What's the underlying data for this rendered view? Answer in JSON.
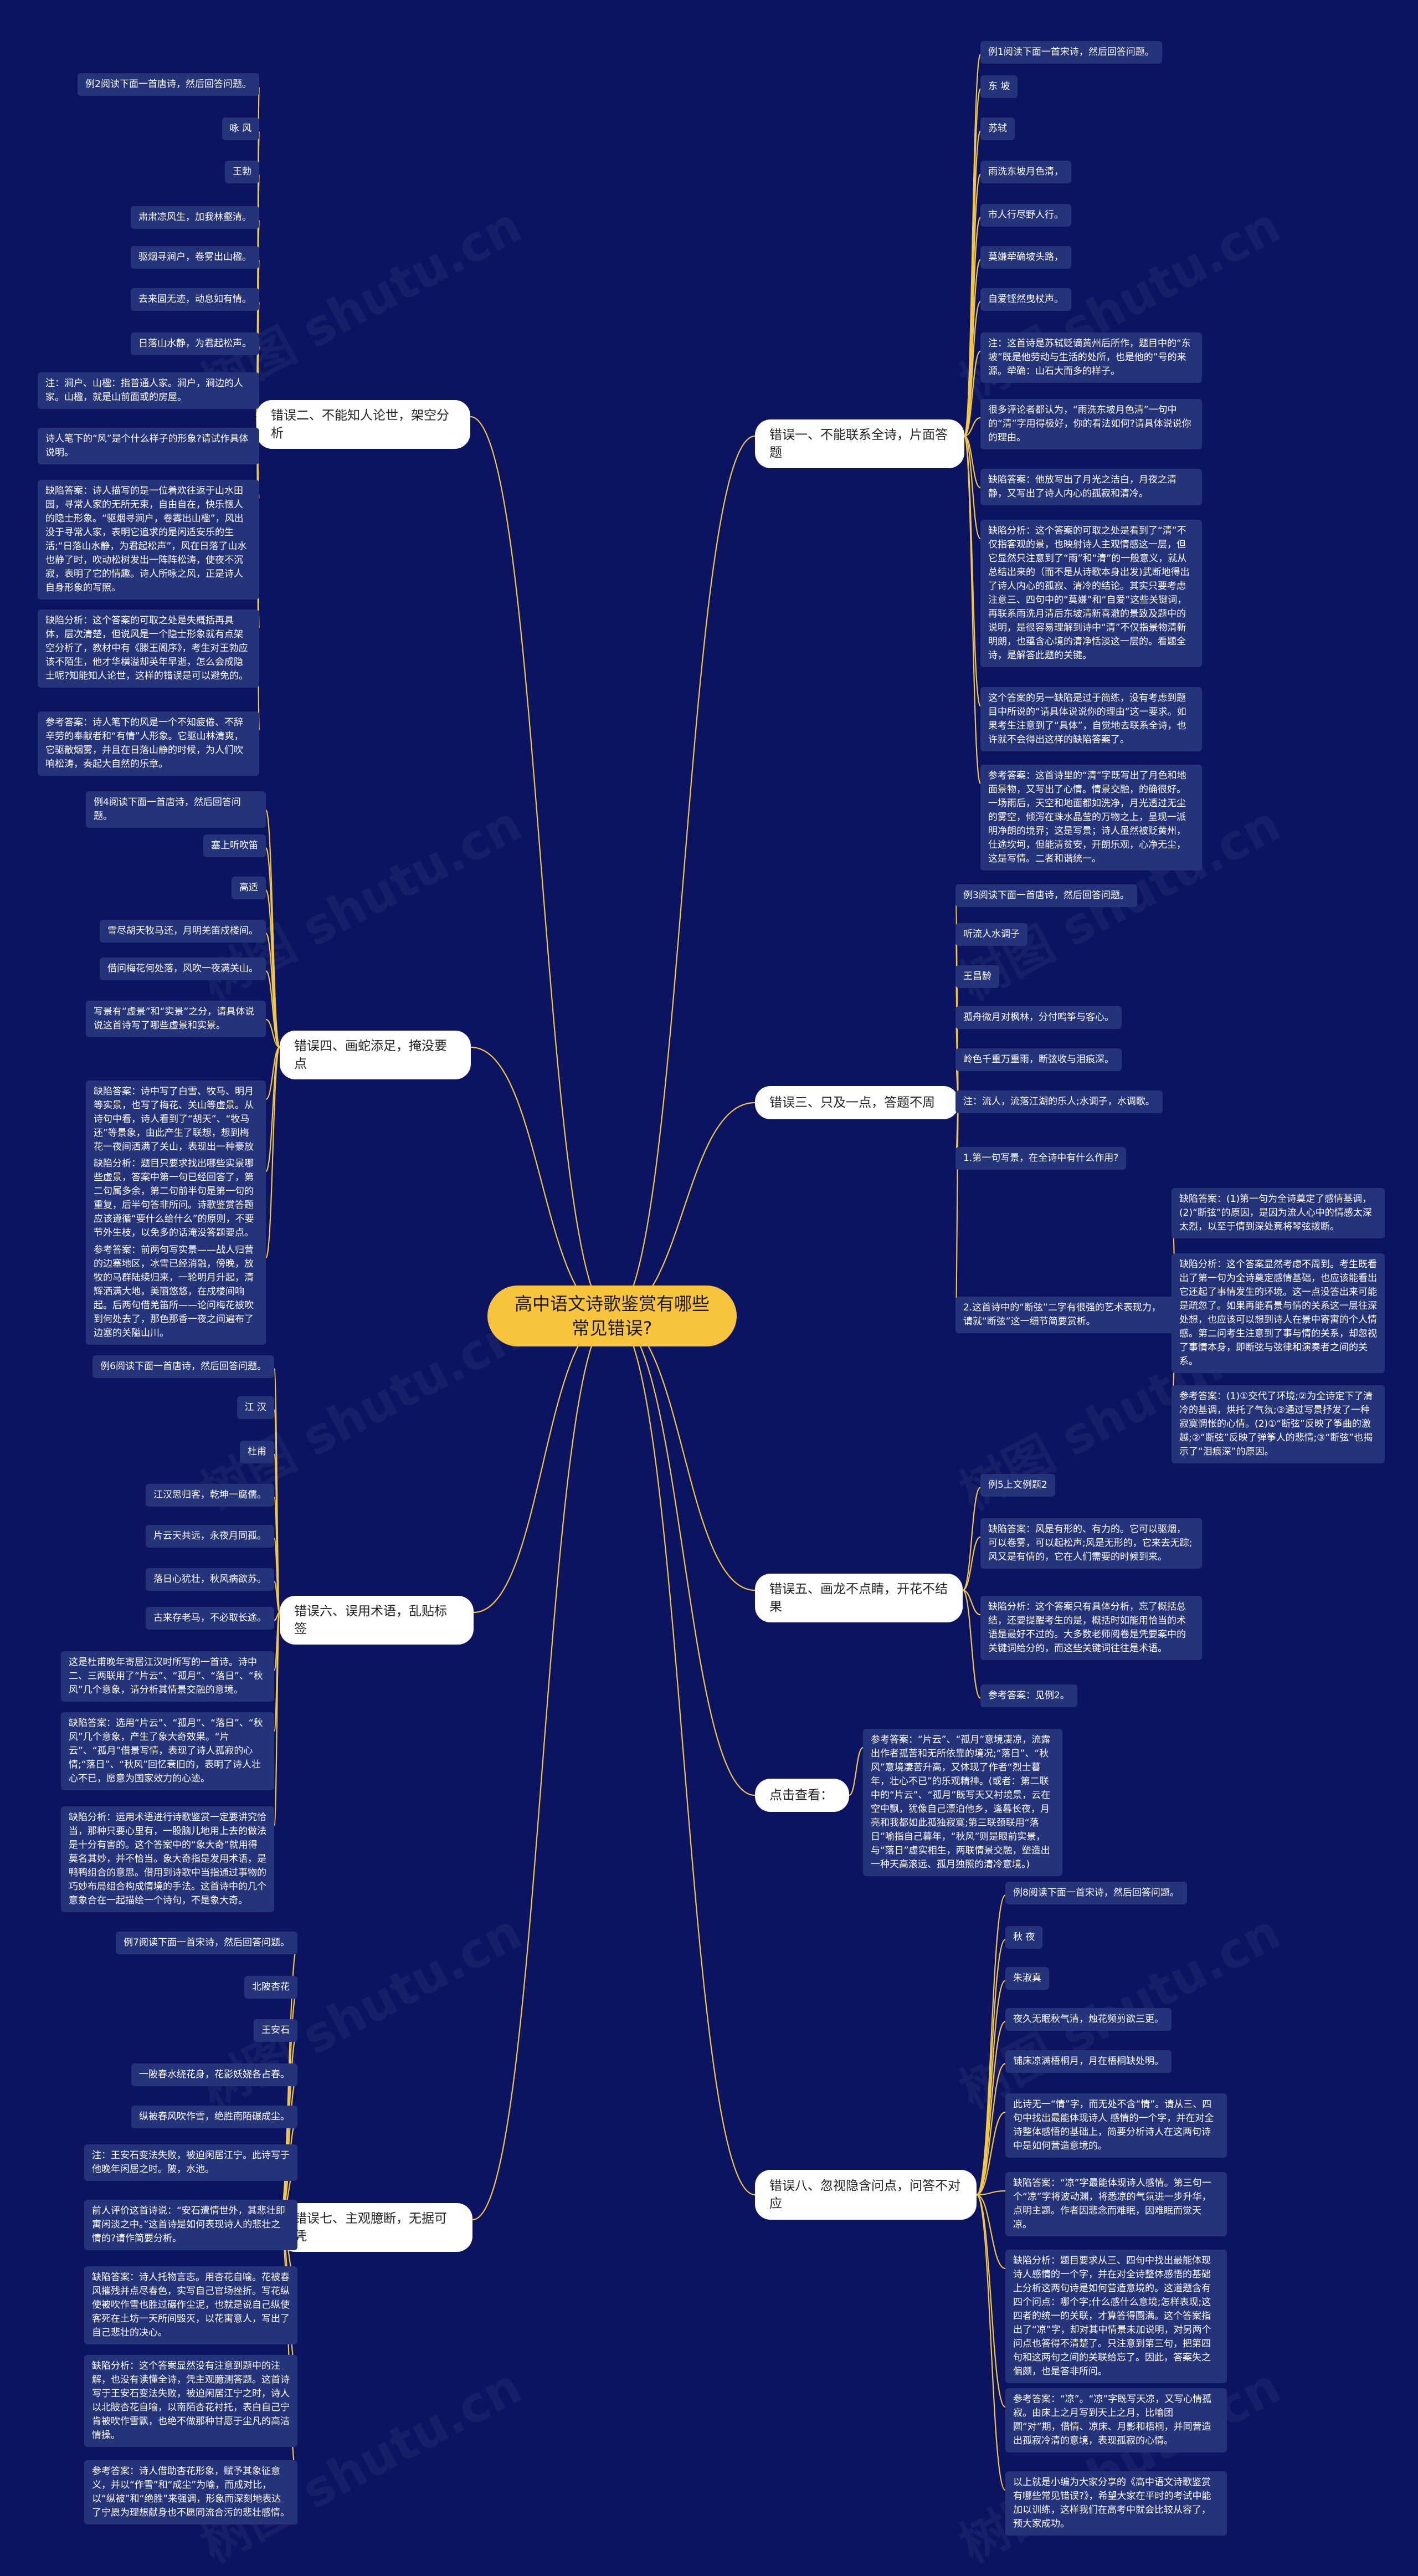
{
  "root": {
    "text": "高中语文诗歌鉴赏有哪些常见错误?"
  },
  "watermark": "树图 shutu.cn",
  "branches": [
    {
      "label": "错误一、不能联系全诗，片面答题",
      "leaves": [
        "例1阅读下面一首宋诗，然后回答问题。",
        "东 坡",
        "苏轼",
        "雨洗东坡月色清，",
        "市人行尽野人行。",
        "莫嫌荦确坡头路，",
        "自爱铿然曳杖声。",
        "注：这首诗是苏轼贬谪黄州后所作，题目中的“东坡”既是他劳动与生活的处所，也是他的”号的来源。荦确：山石大而多的样子。",
        "很多评论者都认为，“雨洗东坡月色清”一句中的“清”字用得极好，你的看法如何?请具体说说你的理由。",
        "缺陷答案：他放写出了月光之洁白，月夜之清静，又写出了诗人内心的孤寂和清冷。",
        "缺陷分析：这个答案的可取之处是看到了“清”不仅指客观的景，也映射诗人主观情感这一层，但它显然只注意到了“雨”和“清”的一般意义，就从总结出来的（而不是从诗歌本身出发)武断地得出了诗人内心的孤寂、清冷的结论。其实只要考虑注意三、四句中的“莫嫌”和“自爱”这些关键词，再联系雨洗月清后东坡清新喜澈的景致及题中的说明，是很容易理解到诗中“清”不仅指景物清新明朗，也蕴含心境的清净恬淡这一层的。看题全诗，是解答此题的关键。",
        "这个答案的另一缺陷是过于简练，没有考虑到题目中所说的“请具体说说你的理由”这一要求。如果考生注意到了“具体”，自觉地去联系全诗，也许就不会得出这样的缺陷答案了。",
        "参考答案：这首诗里的“清”字既写出了月色和地面景物，又写出了心情。情景交融，的确很好。一场雨后，天空和地面都如洗净，月光透过无尘的雾空，倾泻在珠水晶莹的万物之上，呈现一派明净朗的境界；这是写景；诗人虽然被贬黄州，仕途坎坷，但能清贫安，开朗乐观，心净无尘，这是写情。二者和谐统一。"
      ]
    },
    {
      "label": "错误二、不能知人论世，架空分析",
      "leaves": [
        "例2阅读下面一首唐诗，然后回答问题。",
        "咏 风",
        "王勃",
        "肃肃凉风生，加我林壑清。",
        "驱烟寻涧户，卷雾出山楹。",
        "去来固无迹，动息如有情。",
        "日落山水静，为君起松声。",
        "注：涧户、山楹：指普通人家。涧户，涧边的人家。山楹，就是山前面或的房屋。",
        "诗人笔下的“风”是个什么样子的形象?请试作具体说明。",
        "缺陷答案：诗人描写的是一位着欢往返于山水田园，寻常人家的无所无束，自由自在，快乐惬人的隐士形象。“驱烟寻涧户，卷雾出山楹”，风出没于寻常人家，表明它追求的是闲适安乐的生活;“日落山水静，为君起松声”，风在日落了山水也静了时，吹动松树发出一阵阵松涛，使夜不沉寂，表明了它的情趣。诗人所咏之风，正是诗人自身形象的写照。",
        "缺陷分析：这个答案的可取之处是失概括再具体，层次清楚，但说风是一个隐士形象就有点架空分析了，教材中有《滕王阁序》，考生对王勃应该不陌生，他才华横溢却英年早逝，怎么会成隐士呢?知能知人论世，这样的错误是可以避免的。",
        "参考答案：诗人笔下的风是一个不知疲倦、不辞辛劳的奉献者和“有情”人形象。它驱山林清爽，它驱散烟雾，并且在日落山静的时候，为人们吹响松涛，奏起大自然的乐章。"
      ]
    },
    {
      "label": "错误三、只及一点，答题不周",
      "leaves": [
        "例3阅读下面一首唐诗，然后回答问题。",
        "听流人水调子",
        "王昌龄",
        "孤舟微月对枫林，分付鸣筝与客心。",
        "岭色千重万重雨，断弦收与泪痕深。",
        "注：流人，流落江湖的乐人;水调子，水调歌。",
        "1.第一句写景，在全诗中有什么作用?",
        "2.这首诗中的“断弦”二字有很强的艺术表现力，请就“断弦”这一细节简要赏析。"
      ]
    },
    {
      "label": "",
      "leaves": [
        "缺陷答案：(1)第一句为全诗奠定了感情基调，(2)“断弦”的原因，是因为流人心中的情感太深太烈，以至于情到深处竟将琴弦拨断。",
        "缺陷分析：这个答案显然考虑不周到。考生既看出了第一句为全诗奠定感情基础，也应该能看出它还起了事情发生的环境。这一点没答出来可能是疏忽了。如果再能看景与情的关系这一层往深处想，也应该可以想到诗人在景中寄寓的个人情感。第二问考生注意到了事与情的关系，却忽视了事情本身，即断弦与弦律和演奏者之间的关系。",
        "参考答案：(1)①交代了环境;②为全诗定下了清冷的基调，烘托了气氛;③通过写景抒发了一种寂寞惆怅的心情。(2)①“断弦”反映了筝曲的激越;②“断弦”反映了弹筝人的悲情;③“断弦”也揭示了“泪痕深”的原因。"
      ]
    },
    {
      "label": "错误四、画蛇添足，掩没要点",
      "leaves": [
        "例4阅读下面一首唐诗，然后回答问题。",
        "塞上听吹笛",
        "高适",
        "雪尽胡天牧马还，月明羌笛戍楼间。",
        "借问梅花何处落，风吹一夜满关山。",
        "写景有“虚景”和“实景”之分，请具体说说这首诗写了哪些虚景和实景。",
        "缺陷答案：诗中写了白雪、牧马、明月等实景，也写了梅花、关山等虚景。从诗句中看，诗人看到了“胡天”、“牧马还”等景象，由此产生了联想，想到梅花一夜间洒满了关山，表现出一种豪放大漠的塞壮之情。",
        "缺陷分析：题目只要求找出哪些实景哪些虚景，答案中第一句已经回答了，第二句属多余，第二句前半句是第一句的重复，后半句答非所问。诗歌鉴赏答题应该遵循“要什么给什么”的原则，不要节外生枝，以免多的话淹没答题要点。",
        "参考答案：前两句写实景——战人归营的边塞地区，冰雪已经消融，傍晚，放牧的马群陆续归来，一轮明月升起，清辉洒满大地，美丽悠悠，在戍楼间响起。后两句借羌笛所——论问梅花被吹到何处去了，那色那香一夜之间遍布了边塞的关隘山川。"
      ]
    },
    {
      "label": "错误五、画龙不点睛，开花不结果",
      "leaves": [
        "例5上文例题2",
        "缺陷答案：风是有形的、有力的。它可以驱烟，可以卷雾，可以起松声;风是无形的，它来去无踪;风又是有情的，它在人们需要的时候到来。",
        "缺陷分析：这个答案只有具体分析，忘了概括总结，还要提醒考生的是，概括时如能用恰当的术语是最好不过的。大多数老师阅卷是凭要案中的关键词给分的，而这些关键词往往是术语。",
        "参考答案：见例2。"
      ]
    },
    {
      "label": "错误六、误用术语，乱贴标签",
      "leaves": [
        "例6阅读下面一首唐诗，然后回答问题。",
        "江 汉",
        "杜甫",
        "江汉思归客，乾坤一腐儒。",
        "片云天共远，永夜月同孤。",
        "落日心犹壮，秋风病欲苏。",
        "古来存老马，不必取长途。",
        "这是杜甫晚年寄居江汉时所写的一首诗。诗中二、三两联用了“片云”、“孤月”、“落日”、“秋风”几个意象，请分析其情景交融的意境。",
        "缺陷答案：选用“片云”、“孤月”、“落日”、“秋风”几个意象，产生了象大奇效果。“片云”、“孤月”借景写情，表现了诗人孤寂的心情;“落日”、“秋风”回忆衰旧的，表明了诗人壮心不已，愿意为国家效力的心迹。",
        "缺陷分析：运用术语进行诗歌鉴赏一定要讲究恰当，那种只要心里有，一股脑儿地用上去的做法是十分有害的。这个答案中的“象大奇”就用得莫名其妙，并不恰当。象大奇指是发用术语，是鸭鸭组合的意思。借用到诗歌中当指通过事物的巧妙布局组合构成情境的手法。这首诗中的几个意象合在一起描绘一个诗句，不是象大奇。"
      ]
    },
    {
      "label": "点击查看：",
      "leaves": [
        "参考答案：“片云”、“孤月”意境凄凉，流露出作者孤苦和无所依靠的境况;“落日”、“秋风”意境凄苦升高，又体现了作者“烈士暮年，壮心不已”的乐观精神。(或者：第二联中的“片云”、“孤月”既写天又衬境景，云在空中飘，犹像自己漂泊他乡，逢暮长夜，月亮和我都如此孤独寂寞;第三联颈联用“落日”喻指自己暮年，“秋风”则是眼前实景，与“落日”虚实相生，两联情景交融，塑造出一种天高滚远、孤月独照的清冷意境。)"
      ]
    },
    {
      "label": "错误七、主观臆断，无据可凭",
      "leaves": [
        "例7阅读下面一首宋诗，然后回答问题。",
        "北陂杏花",
        "王安石",
        "一陂春水绕花身，花影妖娆各占春。",
        "纵被春风吹作雪，绝胜南陌碾成尘。",
        "注：王安石变法失败，被迫闲居江宁。此诗写于他晚年闲居之时。陂，水池。",
        "前人评价这首诗说：“安石遭情世外，其悲壮即寓闲淡之中。”这首诗是如何表现诗人的悲壮之情的?请作简要分析。",
        "缺陷答案：诗人托物言志。用杏花自喻。花被春风摧残并点尽春色，实写自己官场挫折。写花纵使被吹作雪也胜过碾作尘泥，也就是说自己纵使客死在土坊一天所间毁灭，以花寓意人，写出了自己悲壮的决心。",
        "缺陷分析：这个答案显然没有注意到题中的注解，也没有读懂全诗，凭主观臆测答题。这首诗写于王安石变法失败，被迫闲居江宁之时，诗人以北陂杏花自喻，以南陌杏花衬托，表白自己宁肯被吹作雪飘，也绝不做那种甘愿于尘凡的高洁情操。",
        "参考答案：诗人借助杏花形象，赋予其象征意义，并以“作雪”和“成尘”为喻，而成对比，以“纵被”和“绝胜”来强调，形象而深刻地表达了宁愿为理想献身也不愿同流合污的悲壮感情。"
      ]
    },
    {
      "label": "错误八、忽视隐含问点，问答不对应",
      "leaves": [
        "例8阅读下面一首宋诗，然后回答问题。",
        "秋 夜",
        "朱淑真",
        "夜久无眠秋气清，烛花频剪欲三更。",
        "铺床凉满梧桐月，月在梧桐缺处明。",
        "此诗无一“情”字，而无处不含“情”。请从三、四句中找出最能体现诗人 感情的一个字，并在对全诗整体感悟的基础上，简要分析诗人在这两句诗中是如何营造意境的。",
        "缺陷答案：“凉”字最能体现诗人感情。第三句一个“凉”字将波动渊，将悉凉的气氛进一步升华，点明主题。作者因悲念而难眠，因难眠而觉天凉。",
        "缺陷分析：题目要求从三、四句中找出最能体现诗人感情的一个字，并在对全诗整体感悟的基础上分析这两句诗是如何营造意境的。这道题含有四个问点：哪个字;什么感什么意境;怎样表现;这四者的统一的关联，才算答得圆满。这个答案指出了“凉”字，却对其中情景未加说明，对另两个问点也答得不清楚了。只注意到第三句，把第四句和这两句之间的关联给忘了。因此，答案失之偏颇，也是答非所问。",
        "参考答案：“凉”。“凉”字既写天凉，又写心情孤寂。由床上之月写到天上之月，比喻团圆“对”期，借情、凉床、月影和梧桐，并同营造出孤寂冷清的意境，表现孤寂的心情。",
        "以上就是小编为大家分享的《高中语文诗歌鉴赏有哪些常见错误?》，希望大家在平时的考试中能加以训练，这样我们在高考中就会比较从容了，预大家成功。"
      ]
    }
  ]
}
